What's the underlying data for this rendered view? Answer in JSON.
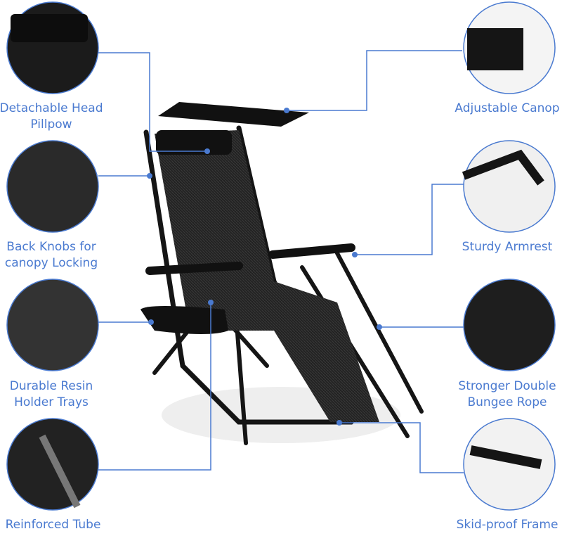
{
  "colors": {
    "accent": "#4a7ad0",
    "frame": "#151515"
  },
  "features": [
    {
      "label": "Detachable Head Pillpow"
    },
    {
      "label": "Back Knobs for canopy Locking"
    },
    {
      "label": "Durable Resin Holder Trays"
    },
    {
      "label": "Reinforced Tube"
    },
    {
      "label": "Adjustable Canop"
    },
    {
      "label": "Sturdy Armrest"
    },
    {
      "label": "Stronger Double Bungee Rope"
    },
    {
      "label": "Skid-proof Frame"
    }
  ]
}
